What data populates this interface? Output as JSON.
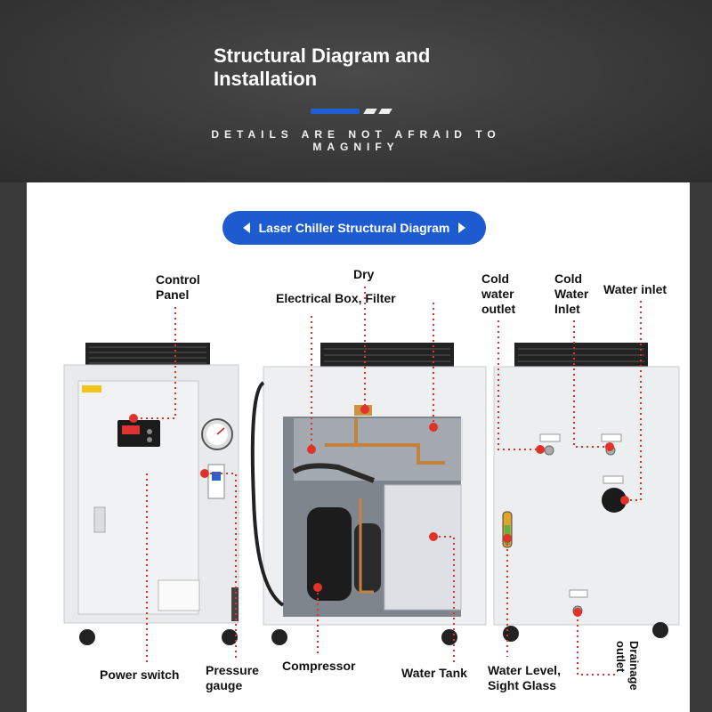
{
  "header": {
    "title": "Structural Diagram and\nInstallation",
    "tagline": "DETAILS ARE NOT AFRAID\nTO MAGNIFY"
  },
  "diagram": {
    "pill_title": "Laser Chiller Structural Diagram",
    "labels": {
      "control_panel": "Control\nPanel",
      "dry": "Dry",
      "electrical_box": "Electrical Box, Filter",
      "cold_water_outlet": "Cold\nwater\noutlet",
      "cold_water_inlet": "Cold\nWater\nInlet",
      "water_inlet": "Water inlet",
      "power_switch": "Power switch",
      "pressure_gauge": "Pressure\ngauge",
      "compressor": "Compressor",
      "water_tank": "Water Tank",
      "water_level": "Water Level,\nSight Glass",
      "drainage_outlet": "Drainage\noutlet"
    }
  },
  "colors": {
    "accent_blue": "#1c5bd0",
    "leader_red": "#e0322a",
    "background_dark": "#353535"
  }
}
